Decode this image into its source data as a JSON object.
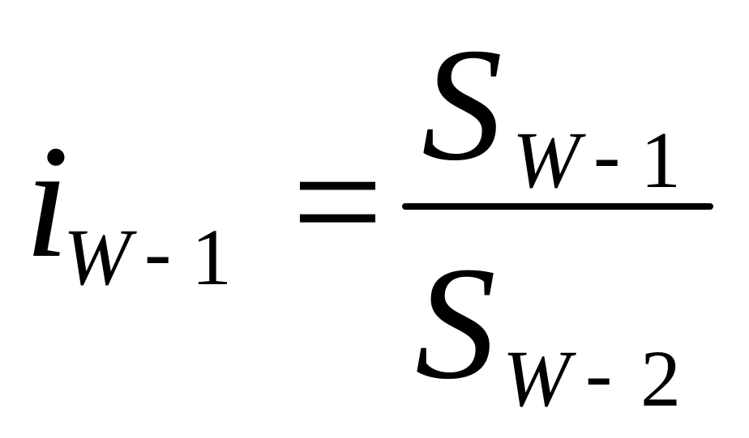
{
  "formula": {
    "lhs": {
      "symbol": "i",
      "subscript": {
        "var": "W",
        "op": "-",
        "num": "1"
      }
    },
    "relation": "=",
    "numerator": {
      "symbol": "S",
      "subscript": {
        "var": "W",
        "op": "-",
        "num": "1"
      }
    },
    "denominator": {
      "symbol": "S",
      "subscript": {
        "var": "W",
        "op": "-",
        "num": "2"
      }
    }
  }
}
